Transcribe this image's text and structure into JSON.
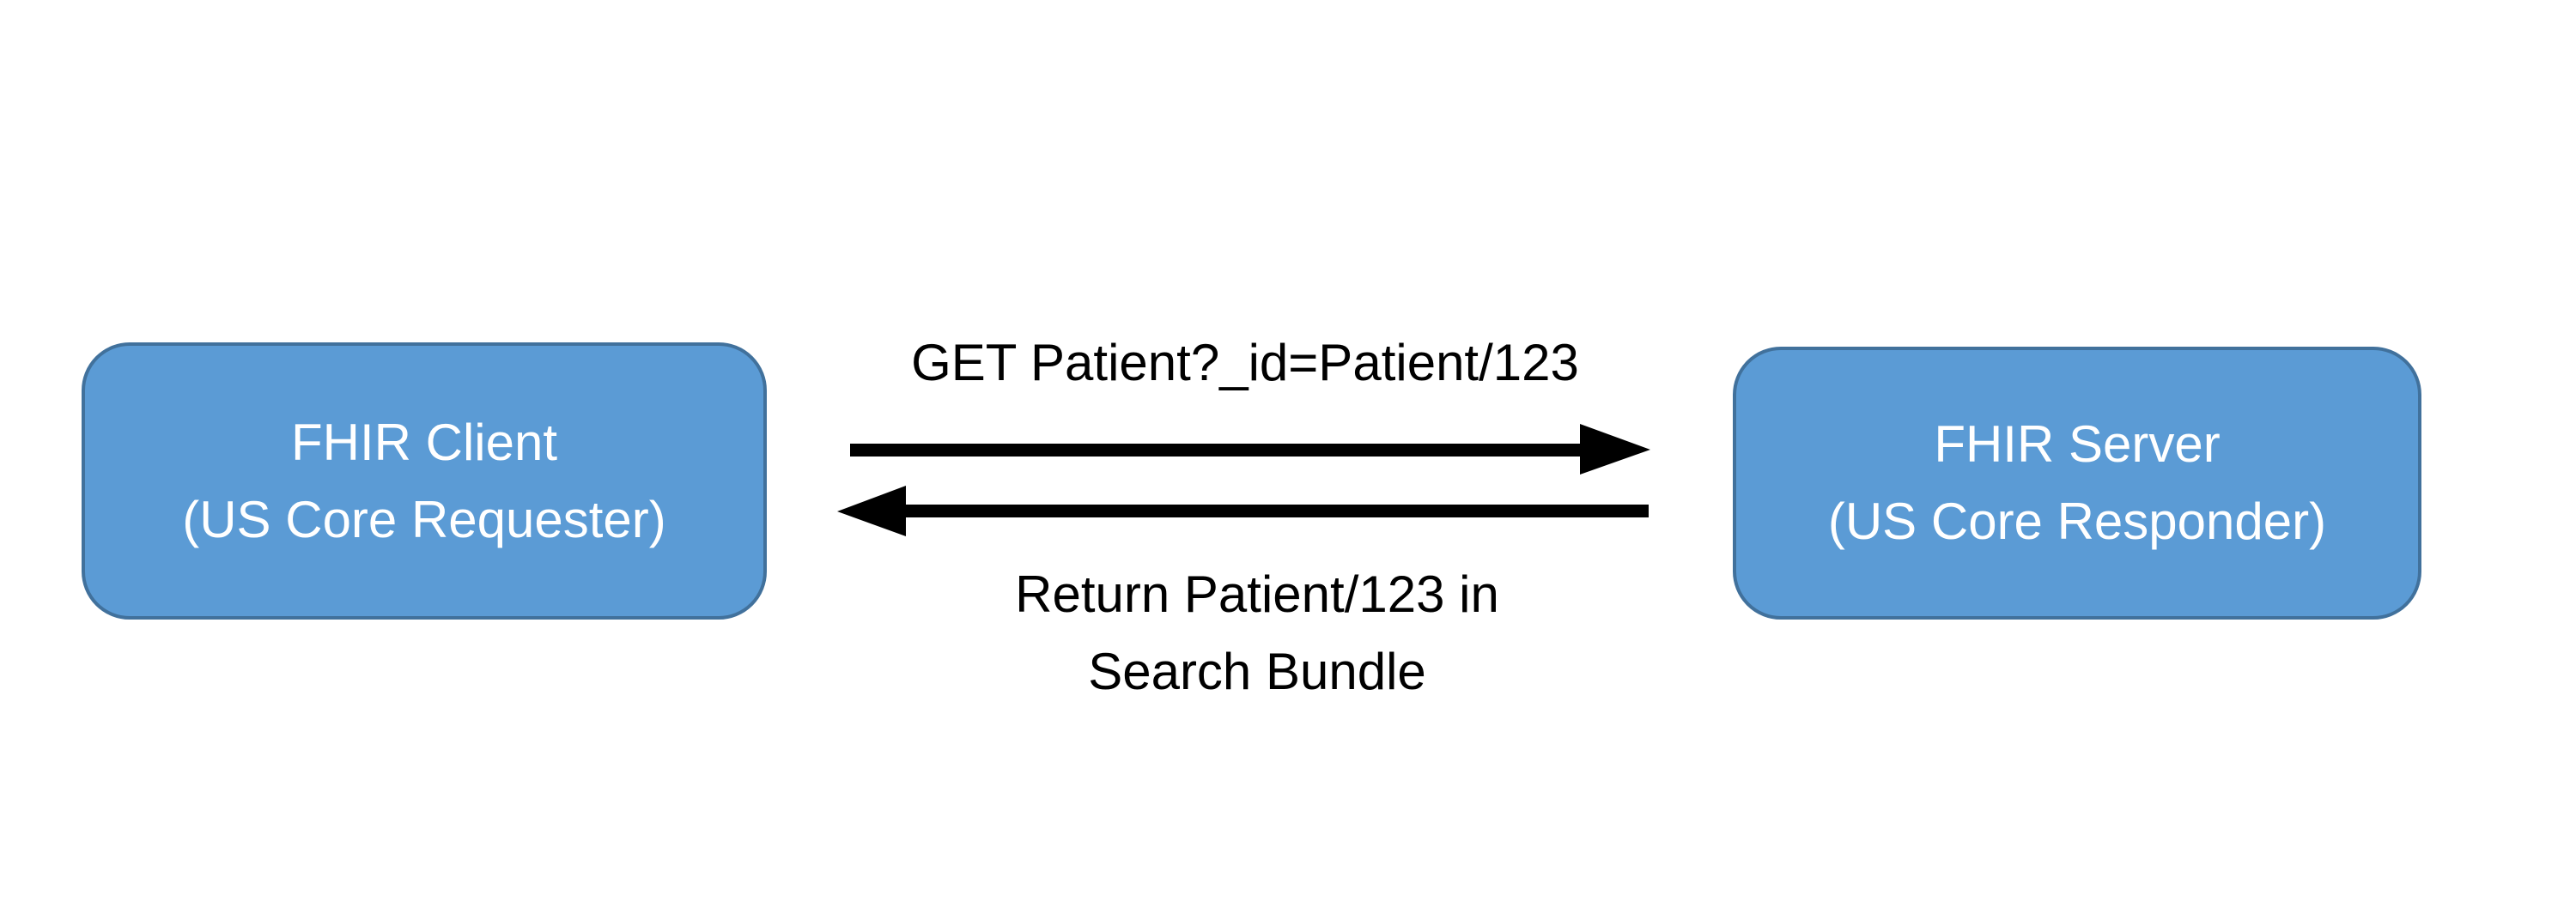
{
  "diagram": {
    "background_color": "#ffffff",
    "node_fill_color": "#5b9bd5",
    "node_border_color": "#41719c",
    "node_text_color": "#ffffff",
    "arrow_color": "#000000",
    "label_text_color": "#000000",
    "client_node": {
      "name_line": "FHIR Client",
      "role_line": "(US Core Requester)"
    },
    "server_node": {
      "name_line": "FHIR Server",
      "role_line": "(US Core Responder)"
    },
    "request_arrow": {
      "label": "GET Patient?_id=Patient/123",
      "direction": "left-to-right"
    },
    "response_arrow": {
      "label_line1": "Return Patient/123 in",
      "label_line2": "Search Bundle",
      "direction": "right-to-left"
    }
  }
}
